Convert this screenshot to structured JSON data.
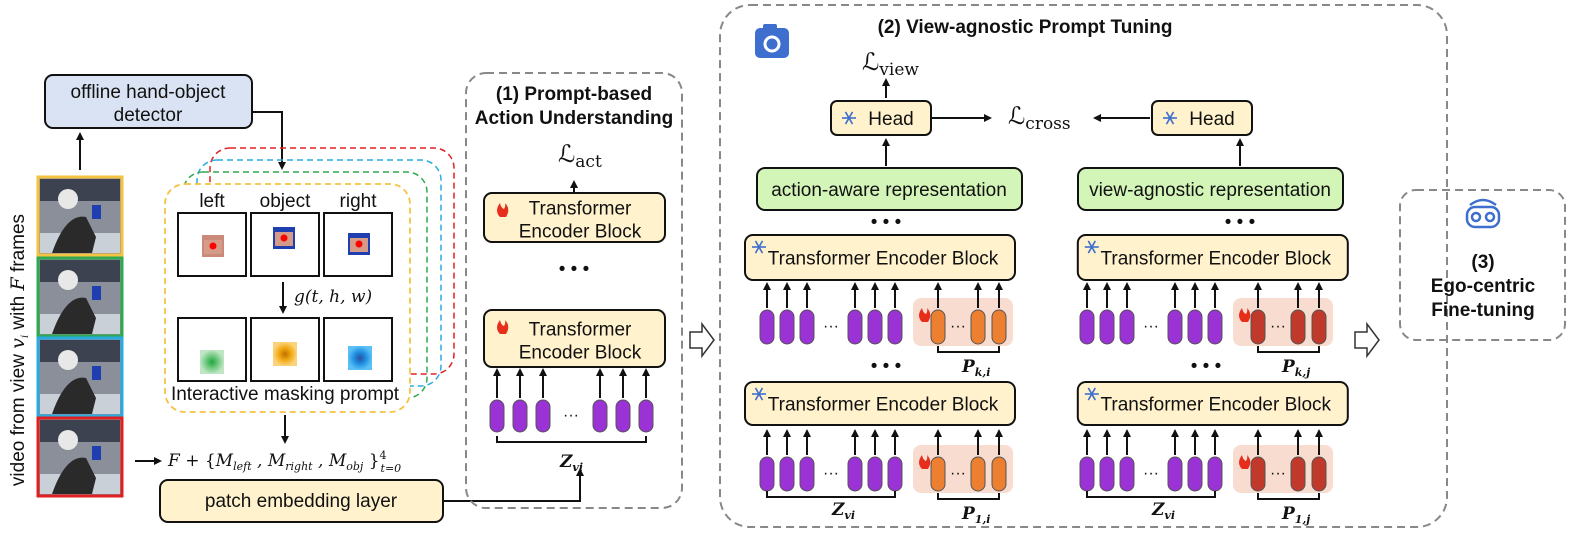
{
  "colors": {
    "detector_fill": "#dae3f3",
    "block_fill": "#fff2cc",
    "repr_fill": "#d4f5b8",
    "token_purple": "#9b32d6",
    "prompt_orange": "#ec8030",
    "prompt_red": "#c0392b",
    "prompt_bg": "#f9dcd0",
    "frame_colors": [
      "#f5c242",
      "#2fa84f",
      "#29abe2",
      "#e02020"
    ],
    "camera_blue": "#3e6fce"
  },
  "left": {
    "detector": [
      "offline hand-object",
      "detector"
    ],
    "video_caption": {
      "pre": "video from view ",
      "var": "v",
      "sub": "i",
      "mid": " with ",
      "F": "F",
      "post": " frames"
    },
    "mask_headers": [
      "left",
      "object",
      "right"
    ],
    "gaussian": "g(t, h, w)",
    "mask_caption": "Interactive masking prompt",
    "formula": {
      "F": "F",
      "plus": " + {",
      "m1": "M",
      "s1": "left",
      "m2": "M",
      "s2": "right",
      "m3": "M",
      "s3": "obj",
      "close": " }",
      "sup": "4",
      "sub": "t=0"
    },
    "patch_embedding": "patch embedding layer"
  },
  "section1": {
    "title": [
      "(1) Prompt-based",
      "Action Understanding"
    ],
    "loss": {
      "main": "ℒ",
      "sub": "act"
    },
    "block": [
      "Transformer",
      "Encoder Block"
    ],
    "trainable_icon": "fire-icon",
    "ellipsis": "• • •",
    "tokens_label": {
      "main": "Z",
      "sub": "vi"
    }
  },
  "section2": {
    "title": "(2) View-agnostic Prompt Tuning",
    "icon": "camera-icon",
    "loss_view": {
      "main": "ℒ",
      "sub": "view"
    },
    "loss_cross": {
      "main": "ℒ",
      "sub": "cross"
    },
    "head": "Head",
    "frozen_icon": "snowflake-icon",
    "left_branch": {
      "representation": "action-aware representation",
      "block": "Transformer Encoder Block",
      "upper_prompt": {
        "main": "P",
        "sub": "k,i"
      },
      "lower_prompt": {
        "main": "P",
        "sub": "1,i"
      },
      "tokens_label": {
        "main": "Z",
        "sub": "vi"
      }
    },
    "right_branch": {
      "representation": "view-agnostic representation",
      "block": "Transformer Encoder Block",
      "upper_prompt": {
        "main": "P",
        "sub": "k,j"
      },
      "lower_prompt": {
        "main": "P",
        "sub": "1,j"
      },
      "tokens_label": {
        "main": "Z",
        "sub": "vi"
      }
    },
    "ellipsis": "• • •"
  },
  "section3": {
    "icon": "vr-headset-icon",
    "title": [
      "(3)",
      "Ego-centric",
      "Fine-tuning"
    ]
  }
}
